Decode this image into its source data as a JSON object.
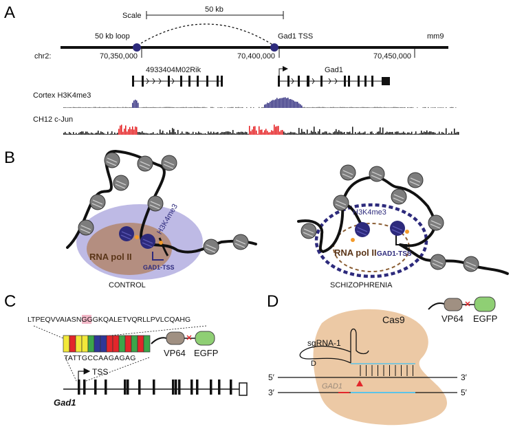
{
  "panels": {
    "a": {
      "letter": "A",
      "scale_label": "Scale",
      "scale_value": "50 kb",
      "loop_label": "50 kb loop",
      "gad1_tss_label": "Gad1   TSS",
      "assembly": "mm9",
      "chrom": "chr2:",
      "coords": [
        "70,350,000",
        "70,400,000",
        "70,450,000"
      ],
      "gene_left": "4933404M02Rik",
      "gene_right": "Gad1",
      "track1": "Cortex H3K4me3",
      "track2": "CH12 c-Jun"
    },
    "b": {
      "letter": "B",
      "control_caption": "CONTROL",
      "scz_caption": "SCHIZOPHRENIA",
      "h3k4me3": "H3K4me3",
      "rnapol": "RNA pol II",
      "gad1_tss": "GAD1-TSS"
    },
    "c": {
      "letter": "C",
      "protein_seq_pre": "LTPEQVVAIAS",
      "protein_seq_hl": "NG",
      "protein_seq_post": "GGKQALETVQRLLPVLCQAHG",
      "dna_seq": "TATTGCCAAGAGAG",
      "vp64": "VP64",
      "egfp": "EGFP",
      "tss": "TSS",
      "gene": "Gad1"
    },
    "d": {
      "letter": "D",
      "cas9": "Cas9",
      "vp64": "VP64",
      "egfp": "EGFP",
      "sgrna": "sgRNA-1",
      "d_mark": "D",
      "five_prime": "5′",
      "three_prime": "3′",
      "gene": "GAD1"
    }
  },
  "colors": {
    "nucleosome": "#7d7d7d",
    "pol_blue": "#2d2a7c",
    "h3k4_purple": "#b3aee0",
    "rnapol_brown": "#b3866e",
    "cas9_tan": "#ecc9a5",
    "vp64_fill": "#a09082",
    "egfp_fill": "#8fcf74",
    "cjun_red": "#e41a1c",
    "dna_blue": "#5bc3e8",
    "tale_red": "#e2262b",
    "tale_yellow": "#f2e83a",
    "tale_green": "#3ca64a",
    "tale_blue": "#2f3797",
    "highlight_pink": "#f2b7c7"
  }
}
